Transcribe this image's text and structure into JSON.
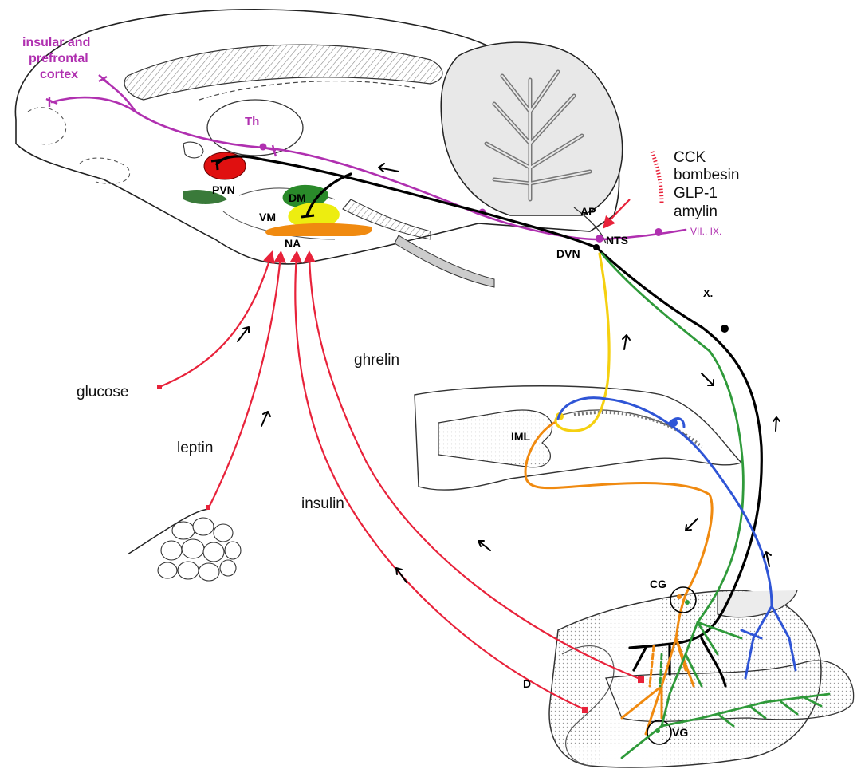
{
  "colors": {
    "vagal_efferent": "#000000",
    "cortical": "#b030b0",
    "hormone_signal": "#e8223a",
    "sympathetic": "#f0901a",
    "sensory_afferent": "#2f9a3a",
    "spinal_afferent": "#2f55d6",
    "descending": "#f5d010",
    "pvn_fill": "#e01010",
    "dm_fill": "#2a8a2a",
    "vm_fill": "#eded10",
    "na_fill": "#f08a10"
  },
  "labels": {
    "cortex_line1": "insular and",
    "cortex_line2": "prefrontal",
    "cortex_line3": "cortex",
    "th": "Th",
    "pvn": "PVN",
    "dm": "DM",
    "vm": "VM",
    "na": "NA",
    "ap": "AP",
    "nts": "NTS",
    "dvn": "DVN",
    "cck": "CCK",
    "bombesin": "bombesin",
    "glp1": "GLP-1",
    "amylin": "amylin",
    "cranial_nerves": "VII., IX.",
    "vagus": "X.",
    "glucose": "glucose",
    "leptin": "leptin",
    "insulin": "insulin",
    "ghrelin": "ghrelin",
    "iml": "IML",
    "cg": "CG",
    "vg": "VG",
    "d": "D"
  },
  "icons": [
    "brain-sagittal",
    "cerebellum",
    "spinal-cord-section",
    "adipose-tissue",
    "stomach",
    "pancreas"
  ]
}
